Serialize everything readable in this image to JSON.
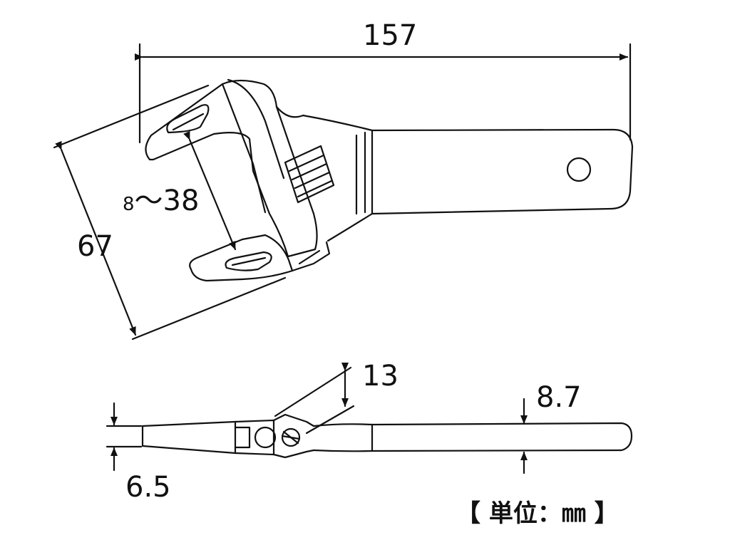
{
  "dimensions": {
    "overall_length": "157",
    "jaw_opening_min": "8",
    "jaw_opening_sep": "～",
    "jaw_opening_max": "38",
    "head_width": "67",
    "head_thickness_angle": "13",
    "handle_thickness": "8.7",
    "jaw_thickness": "6.5"
  },
  "unit_label": "【 単位：㎜ 】",
  "colors": {
    "line": "#111111",
    "background": "#ffffff"
  }
}
